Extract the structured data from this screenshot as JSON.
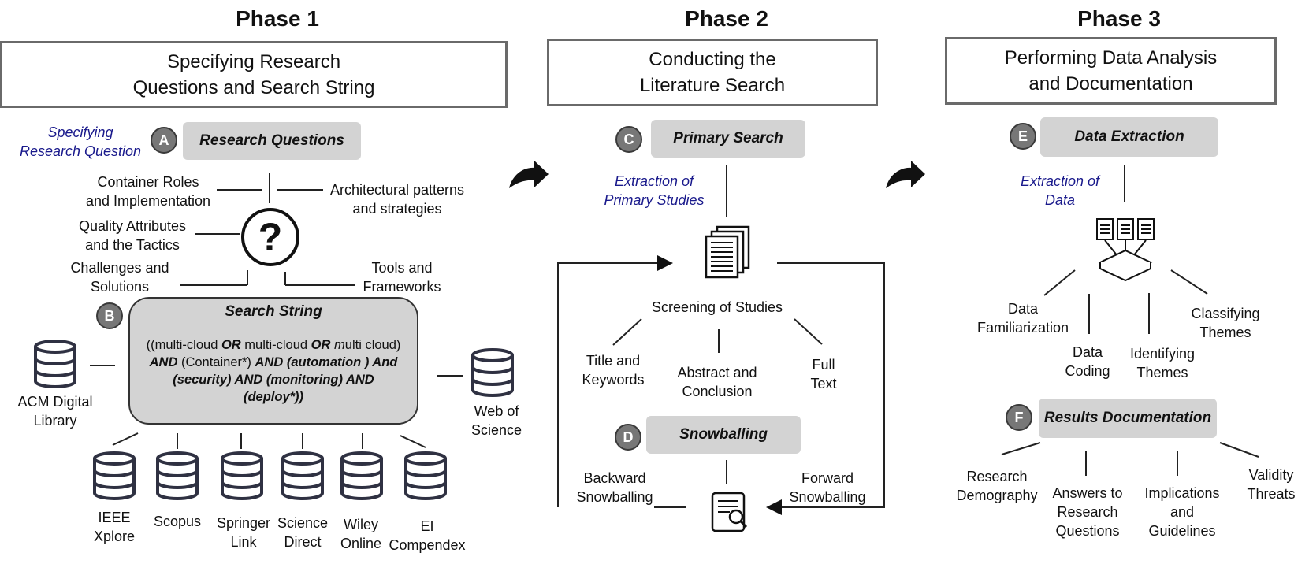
{
  "phases": [
    {
      "title": "Phase 1",
      "box_line1": "Specifying Research",
      "box_line2": "Questions and Search String"
    },
    {
      "title": "Phase 2",
      "box_line1": "Conducting the",
      "box_line2": "Literature Search"
    },
    {
      "title": "Phase 3",
      "box_line1": "Performing Data Analysis",
      "box_line2": "and Documentation"
    }
  ],
  "phase1": {
    "annotation_line1": "Specifying",
    "annotation_line2": "Research Question",
    "badge_a": "A",
    "research_questions": "Research Questions",
    "question_mark": "?",
    "topics": {
      "container_roles_1": "Container Roles",
      "container_roles_2": "and Implementation",
      "architectural_1": "Architectural patterns",
      "architectural_2": "and strategies",
      "quality_1": "Quality Attributes",
      "quality_2": "and the Tactics",
      "challenges_1": "Challenges and",
      "challenges_2": "Solutions",
      "tools_1": "Tools and",
      "tools_2": "Frameworks"
    },
    "badge_b": "B",
    "search_string_title": "Search String",
    "search_string": {
      "p1": "((multi-cloud ",
      "p2": "OR",
      "p3": " multi-cloud ",
      "p4": "OR",
      "p5": " ",
      "p6": "m",
      "p7": "ulti cloud)",
      "p8": "AND",
      "p9": " (Container*) ",
      "p10": "AND (automation ) And",
      "p11": "(security) AND (monitoring) AND",
      "p12": "(deploy*))"
    },
    "databases": {
      "acm_1": "ACM Digital",
      "acm_2": "Library",
      "wos_1": "Web of",
      "wos_2": "Science",
      "ieee_1": "IEEE",
      "ieee_2": "Xplore",
      "scopus": "Scopus",
      "springer_1": "Springer",
      "springer_2": "Link",
      "sciencedirect_1": "Science",
      "sciencedirect_2": "Direct",
      "wiley_1": "Wiley",
      "wiley_2": "Online",
      "ei_1": "EI",
      "ei_2": "Compendex"
    }
  },
  "phase2": {
    "badge_c": "C",
    "primary_search": "Primary Search",
    "annotation_line1": "Extraction of",
    "annotation_line2": "Primary Studies",
    "screening": "Screening of Studies",
    "title_kw_1": "Title and",
    "title_kw_2": "Keywords",
    "abstract_1": "Abstract and",
    "abstract_2": "Conclusion",
    "fulltext_1": "Full",
    "fulltext_2": "Text",
    "badge_d": "D",
    "snowballing": "Snowballing",
    "backward_1": "Backward",
    "backward_2": "Snowballing",
    "forward_1": "Forward",
    "forward_2": "Snowballing"
  },
  "phase3": {
    "badge_e": "E",
    "data_extraction": "Data Extraction",
    "annotation_line1": "Extraction of",
    "annotation_line2": "Data",
    "familiarization_1": "Data",
    "familiarization_2": "Familiarization",
    "coding_1": "Data",
    "coding_2": "Coding",
    "identifying_1": "Identifying",
    "identifying_2": "Themes",
    "classifying_1": "Classifying",
    "classifying_2": "Themes",
    "badge_f": "F",
    "results_documentation": "Results Documentation",
    "demography_1": "Research",
    "demography_2": "Demography",
    "answers_1": "Answers to",
    "answers_2": "Research",
    "answers_3": "Questions",
    "implications_1": "Implications",
    "implications_2": "and",
    "implications_3": "Guidelines",
    "validity_1": "Validity",
    "validity_2": "Threats"
  },
  "colors": {
    "pill": "#d3d3d3",
    "annotation": "#1a1a8c",
    "badge": "#777777",
    "border": "#6a6a6a"
  }
}
